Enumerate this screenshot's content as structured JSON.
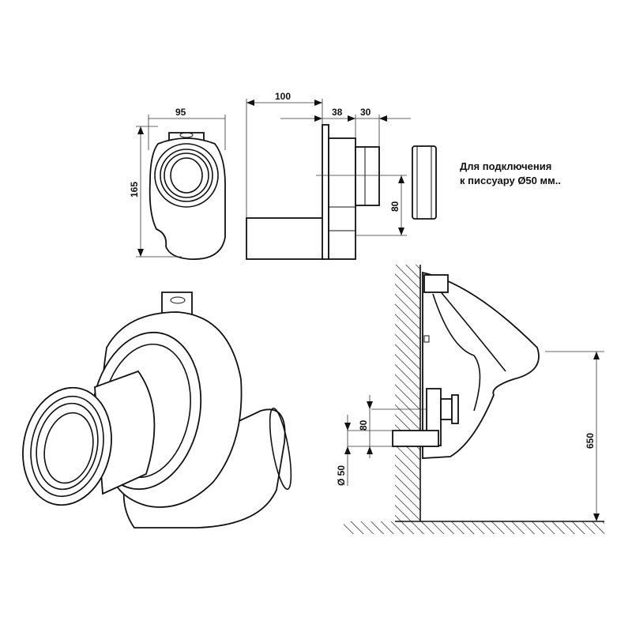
{
  "title": "Urinal siphon technical drawing",
  "front_view": {
    "width_label": "95",
    "height_label": "165"
  },
  "side_view": {
    "length_label": "100",
    "body_label": "38",
    "outlet_label": "30",
    "outlet_height_label": "80"
  },
  "note": {
    "line1": "Для подключения",
    "line2": "к писсуару Ø50 мм.."
  },
  "installation": {
    "offset_label": "80",
    "diameter_label": "Ø 50",
    "height_label": "650"
  }
}
